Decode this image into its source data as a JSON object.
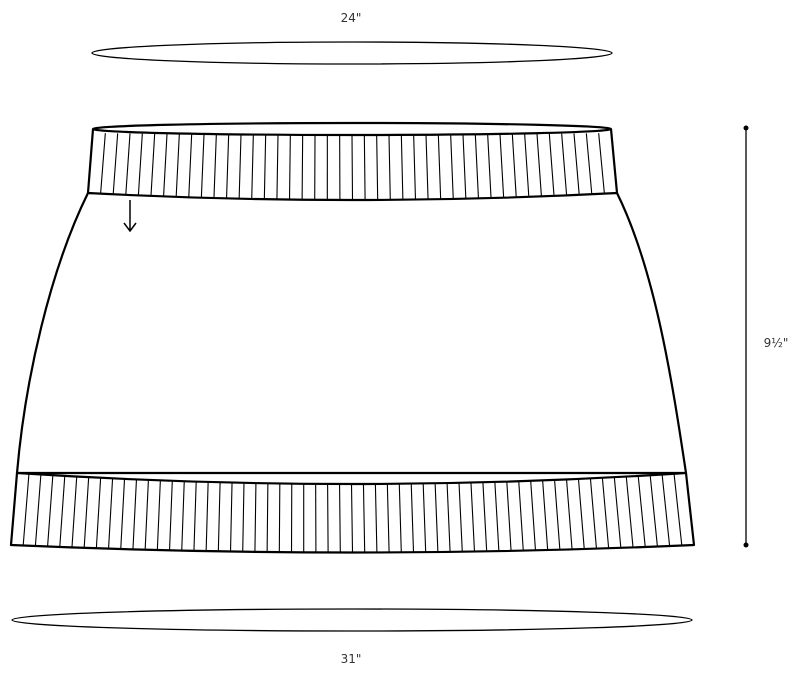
{
  "measurements": {
    "waist_circumference": "24\"",
    "hem_circumference": "31\"",
    "length": "9½\""
  },
  "colors": {
    "line": "#000000",
    "background": "#ffffff",
    "label": "#333333"
  },
  "icons": {
    "direction_arrow": "arrow-down-icon"
  }
}
